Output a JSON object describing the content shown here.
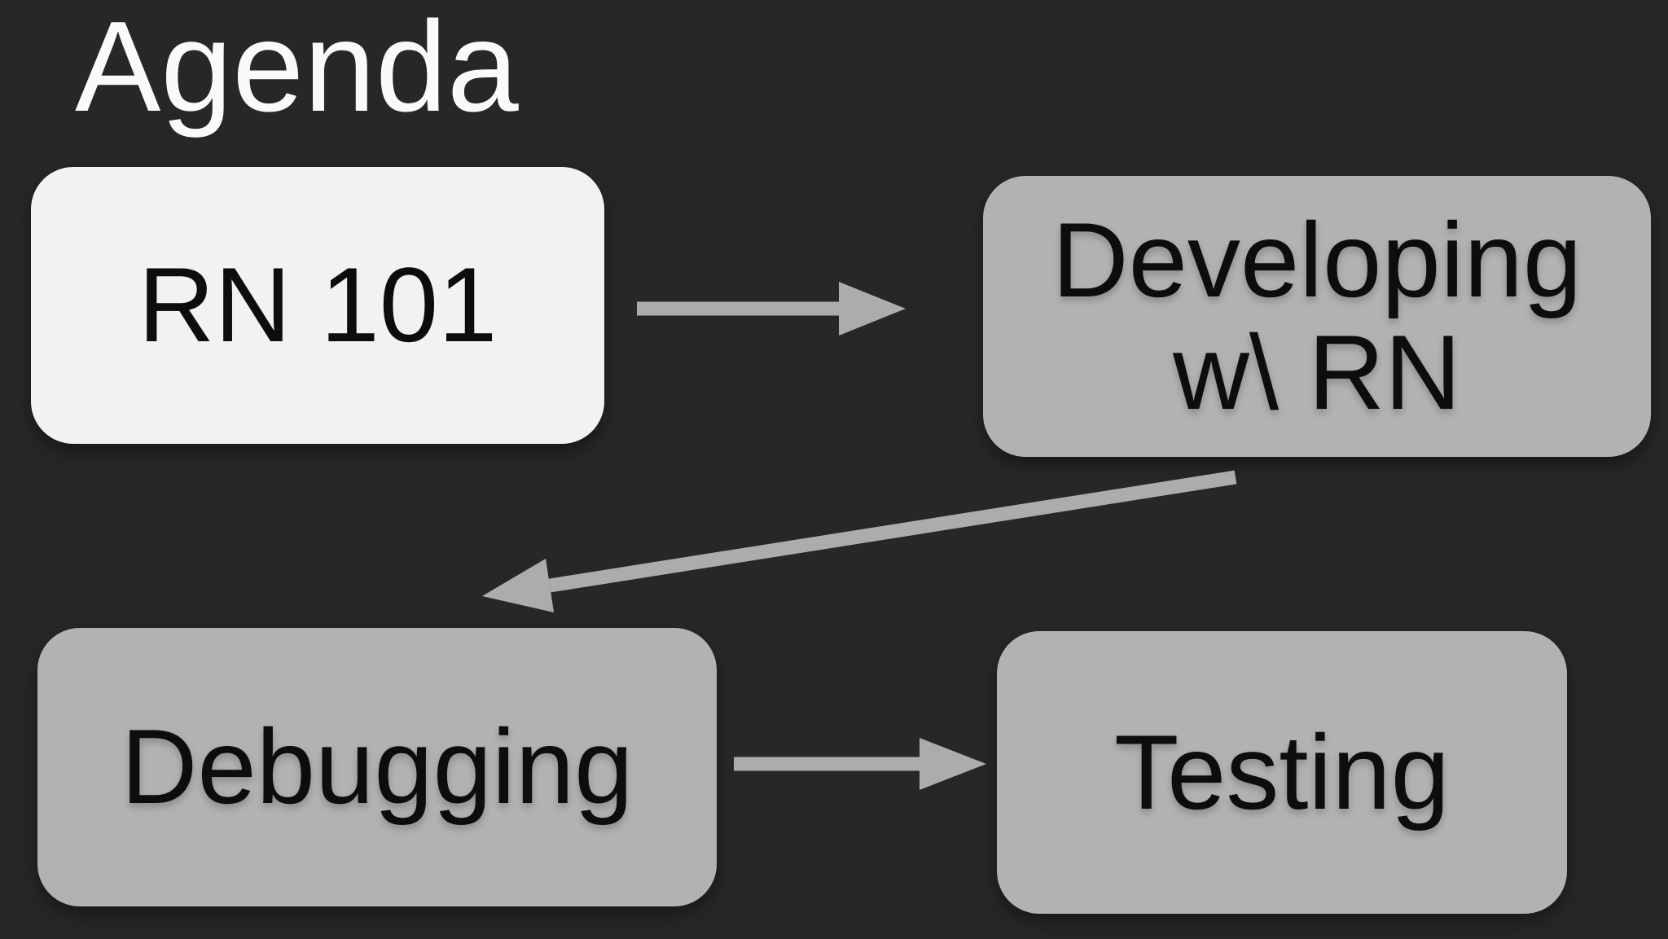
{
  "slide": {
    "title": "Agenda",
    "colors": {
      "background": "#272727",
      "title_text": "#fafafa",
      "node_text": "#0d0d0d",
      "node_white_bg": "#f2f2f2",
      "node_gray_bg": "#b2b2b2",
      "arrow": "#acacac"
    },
    "nodes": [
      {
        "id": "rn-101",
        "label": "RN 101",
        "style": "highlight"
      },
      {
        "id": "developing-w-rn",
        "label": "Developing\nw\\ RN",
        "style": "default"
      },
      {
        "id": "debugging",
        "label": "Debugging",
        "style": "default"
      },
      {
        "id": "testing",
        "label": "Testing",
        "style": "default"
      }
    ],
    "arrows": [
      {
        "from": "rn-101",
        "to": "developing-w-rn"
      },
      {
        "from": "developing-w-rn",
        "to": "debugging"
      },
      {
        "from": "debugging",
        "to": "testing"
      }
    ]
  }
}
